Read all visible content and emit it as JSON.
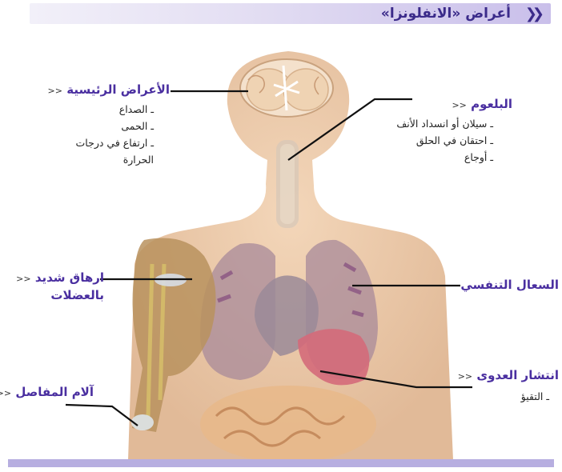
{
  "title": "أعراض «الانفلونزا»",
  "title_chevron": "❯❯",
  "marker": "<<",
  "labels": {
    "main": {
      "heading": "الأعراض الرئيسية",
      "items": [
        "ـ الصداع",
        "ـ الحمى",
        "ـ ارتفاع في درجات",
        "الحرارة"
      ]
    },
    "throat": {
      "heading": "البلعوم",
      "items": [
        "ـ سيلان أو انسداد الأنف",
        "ـ احتقان في الحلق",
        "ـ أوجاع"
      ]
    },
    "muscles": {
      "heading_line1": "ارهاق شديد",
      "heading_line2": "بالعضلات"
    },
    "cough": {
      "heading": "السعال التنفسي"
    },
    "infection": {
      "heading": "انتشار العدوى",
      "items": [
        "ـ التقيؤ"
      ]
    },
    "joints": {
      "heading": "آلام المفاصل"
    }
  },
  "colors": {
    "accent": "#4a2fa0",
    "title_band": "#c9bfea",
    "skin": "#e8bf9a",
    "bottom_band": "#b7aee0"
  }
}
